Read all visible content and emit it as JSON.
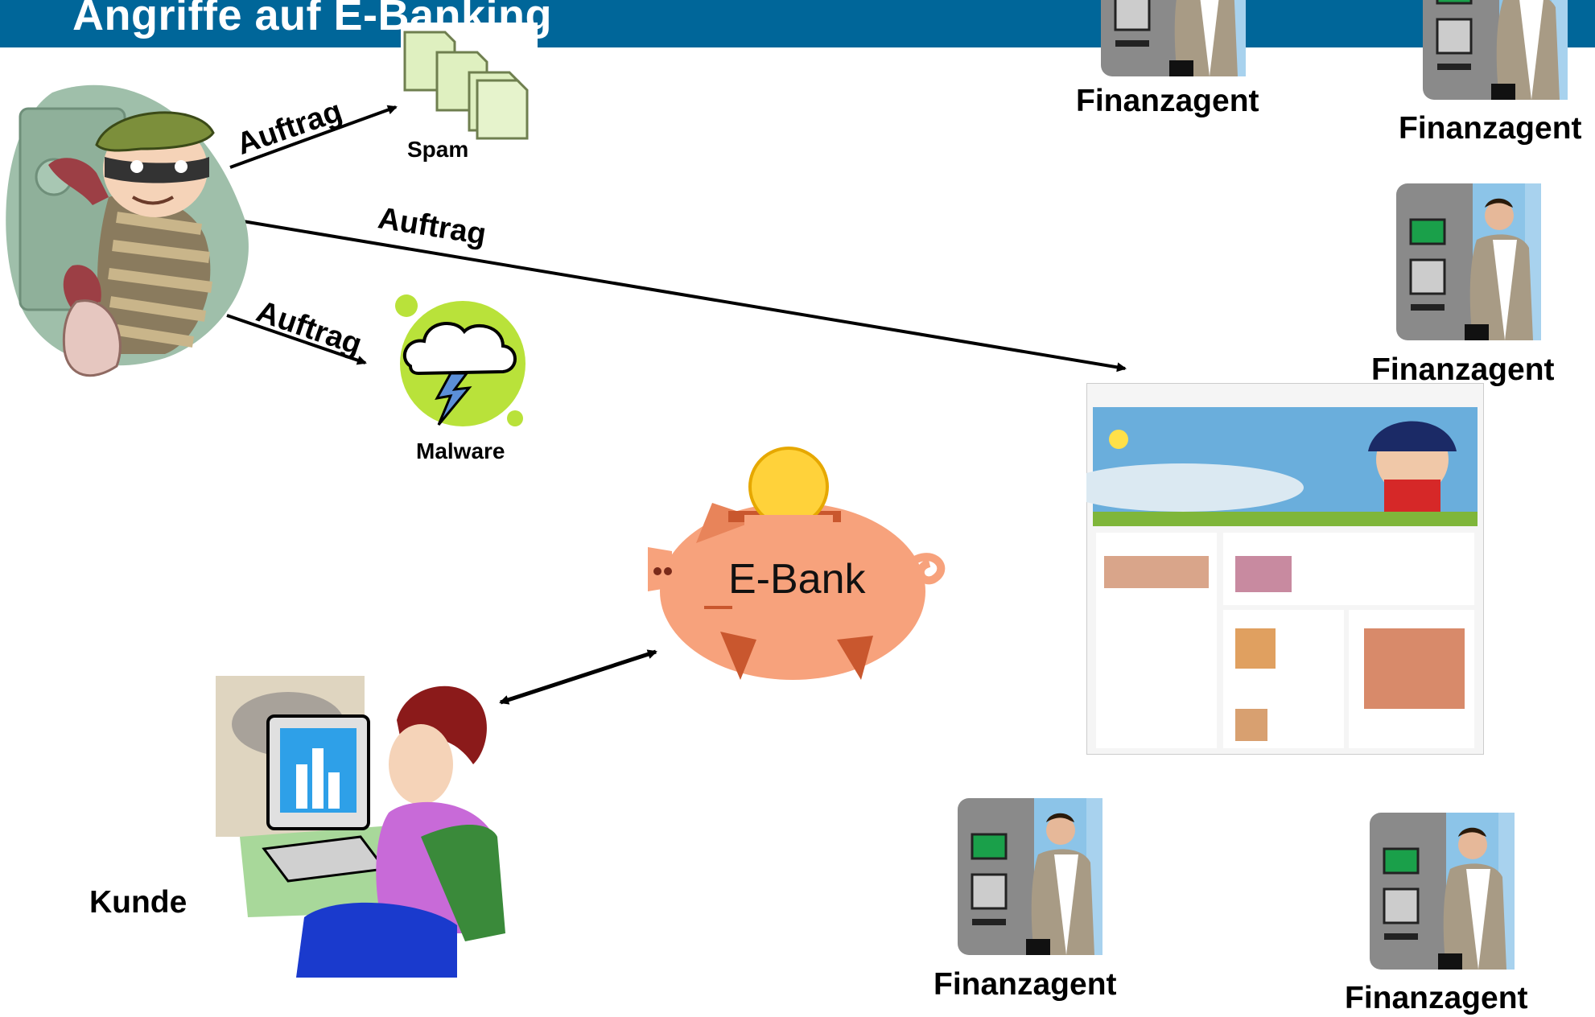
{
  "header": {
    "title": "Angriffe auf E-Banking",
    "background": "#006699"
  },
  "labels": {
    "auftrag_1": "Auftrag",
    "auftrag_2": "Auftrag",
    "auftrag_3": "Auftrag",
    "spam": "Spam",
    "malware": "Malware",
    "ebank": "E-Bank",
    "kunde": "Kunde"
  },
  "agents": [
    {
      "label": "Finanzagent"
    },
    {
      "label": "Finanzagent"
    },
    {
      "label": "Finanzagent"
    },
    {
      "label": "Finanzagent"
    },
    {
      "label": "Finanzagent"
    }
  ],
  "icons": [
    "thief-icon",
    "spam-documents-icon",
    "malware-cloud-icon",
    "piggy-bank-icon",
    "customer-computer-icon",
    "atm-agent-icon",
    "website-screenshot-icon"
  ],
  "colors": {
    "piggy": "#f7a27c",
    "coin": "#ffd23a",
    "malware_green": "#b9e23a"
  }
}
